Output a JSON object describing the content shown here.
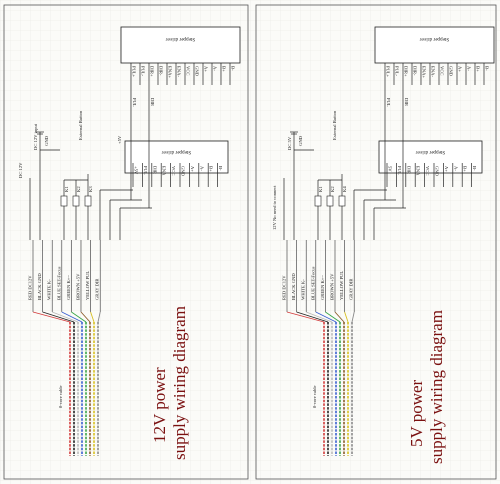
{
  "panels": [
    {
      "title_line1": "12V power",
      "title_line2": "supply wiring diagram",
      "top_driver": {
        "label": "Stepper driver",
        "pins": [
          "PUL+",
          "PUL-",
          "DIR+",
          "DIR-",
          "ENA+",
          "ENA-",
          "VCC",
          "GND",
          "A+",
          "A-",
          "B+",
          "B-"
        ],
        "wire_labels": [
          "PUL",
          "DIR"
        ]
      },
      "bottom_driver": {
        "label": "Stepper driver",
        "pins": [
          "+5V",
          "PUL",
          "DIR",
          "ENA",
          "VCC",
          "GND",
          "A+",
          "A-",
          "B+",
          "B-"
        ],
        "side_label": "+5V"
      },
      "power_input_label": "DC 12V input",
      "gnd_label": "GND",
      "dc_label": "DC 12V",
      "button_group_label": "External Button",
      "buttons": [
        "K1",
        "K2",
        "K3"
      ],
      "cable_labels": [
        "RED DC12V",
        "BLACK GND",
        "WHITE K-",
        "BLUE SET-Focus",
        "GREEN K+~",
        "BROWN +5V",
        "YELLOW PUL",
        "GRAY DIR"
      ],
      "cable_caption": "8-core cable"
    },
    {
      "title_line1": "5V power",
      "title_line2": "supply wiring diagram",
      "top_driver": {
        "label": "Stepper driver",
        "pins": [
          "PUL+",
          "PUL-",
          "DIR+",
          "DIR-",
          "ENA+",
          "ENA-",
          "VCC",
          "GND",
          "A+",
          "A-",
          "B+",
          "B-"
        ],
        "wire_labels": [
          "PUL",
          "DIR"
        ]
      },
      "bottom_driver": {
        "label": "Stepper driver",
        "pins": [
          "5V",
          "PUL",
          "DIR",
          "ENA",
          "VCC",
          "GND",
          "A+",
          "A-",
          "B+",
          "B-"
        ],
        "side_label": ""
      },
      "power_input_label": "DC 5V",
      "gnd_label": "GND",
      "dc_label": "12V No need to connect",
      "button_group_label": "External Button",
      "buttons": [
        "K1",
        "K2",
        "K4"
      ],
      "cable_labels": [
        "RED DC12V",
        "BLACK GND",
        "WHITE K-",
        "BLUE SET-Focus",
        "GREEN K+~",
        "BROWN +5V",
        "YELLOW PUL",
        "GRAY DIR"
      ],
      "cable_caption": "8-core cable"
    }
  ],
  "colors": {
    "grid": "#e7e7e2",
    "wire": "#222222",
    "title": "#7a1010",
    "cable": [
      "#d23a3a",
      "#222222",
      "#bbbbbb",
      "#3a5fd0",
      "#3aa64a",
      "#8a5a2a",
      "#d8c020",
      "#8a8a8a"
    ]
  }
}
